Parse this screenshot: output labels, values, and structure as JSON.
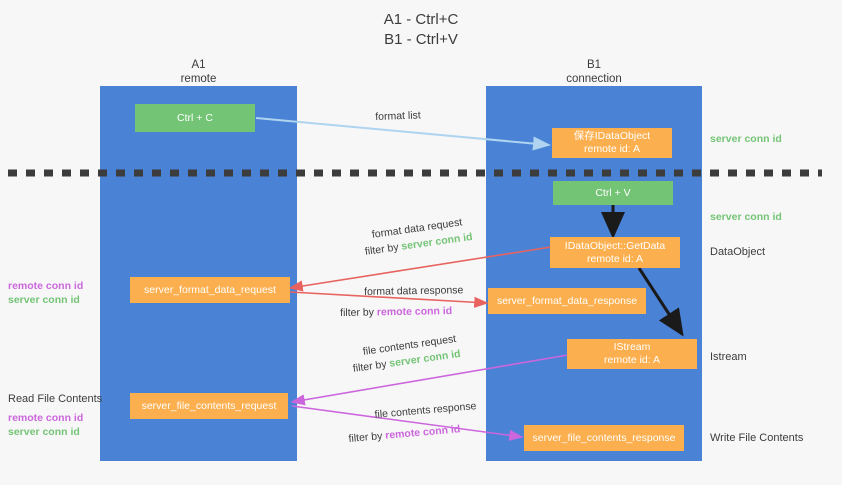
{
  "title": {
    "line1": "A1 - Ctrl+C",
    "line2": "B1 - Ctrl+V"
  },
  "columns": [
    {
      "name": "A1",
      "subtitle": "remote"
    },
    {
      "name": "B1",
      "subtitle": "connection"
    }
  ],
  "colors": {
    "lane": "#4a82d6",
    "green_box": "#74c476",
    "orange_box": "#fcaf4e",
    "server_conn": "#74c476",
    "remote_conn": "#cc66dd",
    "arrow_format_list": "#aed4f0",
    "arrow_format_data": "#e8635f",
    "arrow_file_contents": "#cc66dd",
    "arrow_internal": "#000000",
    "divider": "#3c3c3c",
    "background": "#f7f7f7"
  },
  "nodes": {
    "ctrl_c": {
      "line1": "Ctrl + C",
      "line2": ""
    },
    "save_dataobject": {
      "line1": "保存IDataObject",
      "line2": "remote id: A"
    },
    "ctrl_v": {
      "line1": "Ctrl + V",
      "line2": ""
    },
    "getdata": {
      "line1": "IDataObject::GetData",
      "line2": "remote id: A"
    },
    "istream": {
      "line1": "IStream",
      "line2": "remote id: A"
    },
    "server_format_data_request": {
      "line1": "server_format_data_request",
      "line2": ""
    },
    "server_format_data_response": {
      "line1": "server_format_data_response",
      "line2": ""
    },
    "server_file_contents_request": {
      "line1": "server_file_contents_request",
      "line2": ""
    },
    "server_file_contents_response": {
      "line1": "server_file_contents_response",
      "line2": ""
    }
  },
  "edge_labels": {
    "format_list": "format list",
    "format_data_request": "format data request",
    "format_data_request_filter_prefix": "filter by ",
    "format_data_request_filter_value": "server conn id",
    "format_data_response": "format data response",
    "format_data_response_filter_prefix": "filter by ",
    "format_data_response_filter_value": "remote conn id",
    "file_contents_request": "file contents request",
    "file_contents_request_filter_prefix": "filter by ",
    "file_contents_request_filter_value": "server conn id",
    "file_contents_response": "file contents response",
    "file_contents_response_filter_prefix": "filter by ",
    "file_contents_response_filter_value": "remote conn id"
  },
  "right_labels": {
    "server_conn_top": "server conn id",
    "server_conn_second": "server conn id",
    "dataobject": "DataObject",
    "istream": "Istream",
    "write_file_contents": "Write File Contents"
  },
  "left_labels": {
    "remote_conn_upper": "remote conn id",
    "server_conn_upper": "server conn id",
    "read_file_contents": "Read File Contents",
    "remote_conn_lower": "remote conn id",
    "server_conn_lower": "server conn id"
  }
}
